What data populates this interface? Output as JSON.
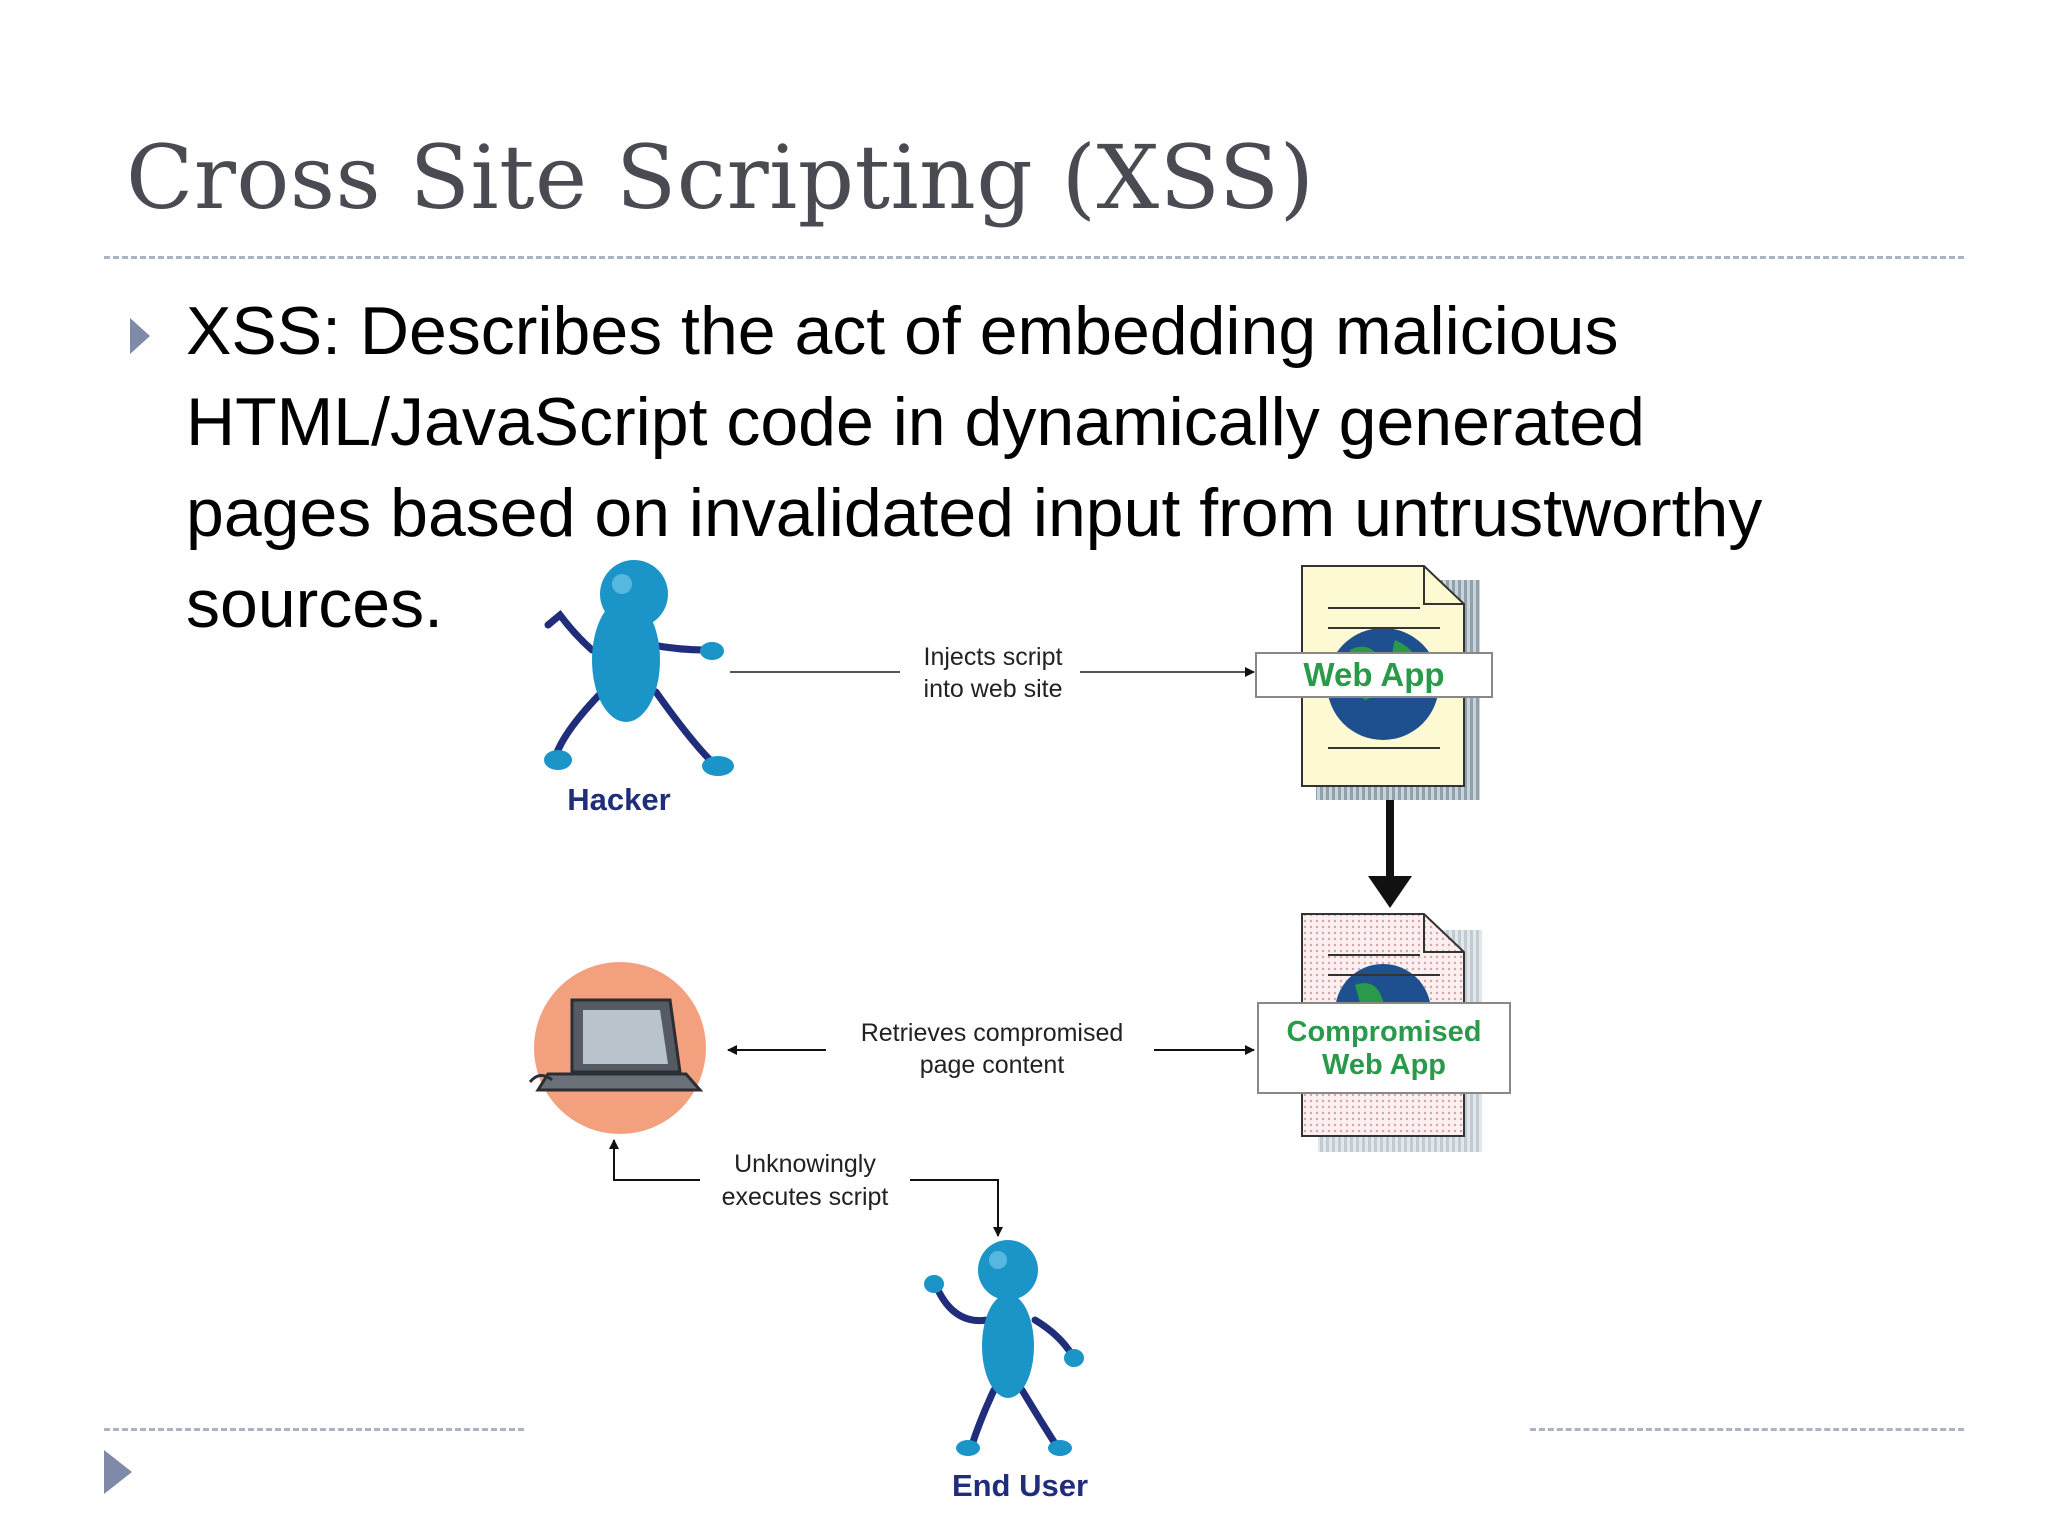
{
  "slide": {
    "title": "Cross Site Scripting (XSS)",
    "bullet_lines": [
      "XSS: Describes the act of embedding malicious",
      "HTML/JavaScript code in dynamically  generated",
      "pages based on invalidated input from untrustworthy",
      "sources."
    ],
    "colors": {
      "title": "#4a4b52",
      "accent": "#7e8aa8",
      "rule": "#aab4c4"
    }
  },
  "diagram": {
    "hacker_label": "Hacker",
    "end_user_label": "End User",
    "web_app_label": "Web App",
    "compromised_line1": "Compromised",
    "compromised_line2": "Web App",
    "inject_line1": "Injects script",
    "inject_line2": "into web site",
    "retrieve_line1": "Retrieves compromised",
    "retrieve_line2": "page content",
    "execute_line1": "Unknowingly",
    "execute_line2": "executes script",
    "colors": {
      "figure": "#1b95c7",
      "label": "#1f2d7a",
      "app_label": "#2a9a4a",
      "laptop_circle": "#f2a07d"
    }
  }
}
